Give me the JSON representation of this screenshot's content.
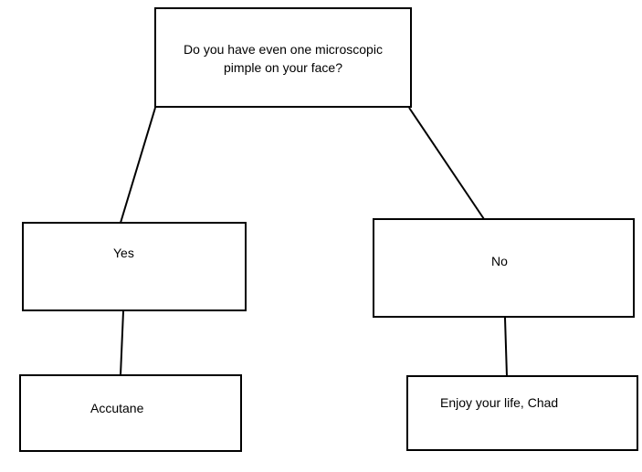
{
  "diagram": {
    "type": "flowchart",
    "nodes": {
      "question": "Do you have even one microscopic pimple on your face?",
      "yes": "Yes",
      "no": "No",
      "accutane": "Accutane",
      "enjoy": "Enjoy your life, Chad"
    },
    "edges": [
      {
        "from": "question",
        "to": "yes"
      },
      {
        "from": "question",
        "to": "no"
      },
      {
        "from": "yes",
        "to": "accutane"
      },
      {
        "from": "no",
        "to": "enjoy"
      }
    ],
    "colors": {
      "stroke": "#000000",
      "fill": "#ffffff",
      "text": "#000000"
    }
  }
}
